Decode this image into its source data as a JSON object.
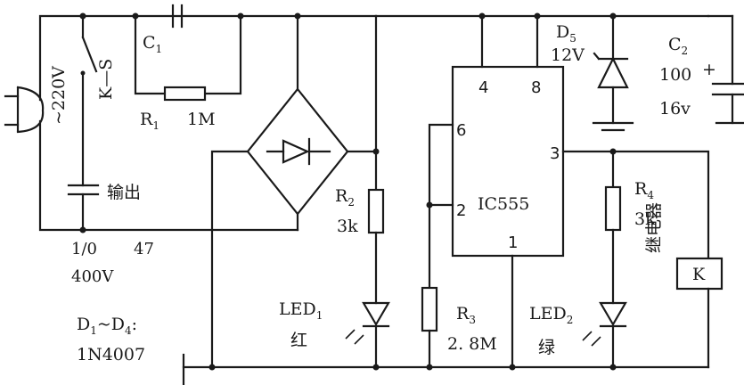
{
  "labels": {
    "c1": "C",
    "c1_sub": "1",
    "r1": "R",
    "r1_sub": "1",
    "r1_val": "1M",
    "mains": "~220V",
    "switch": "K—S",
    "output": "输出",
    "cap_rating1": "1/0",
    "cap_rating2": "47",
    "cap_rating3": "400V",
    "diodes": "D",
    "diodes_sub1": "1",
    "diodes_mid": "~D",
    "diodes_sub2": "4",
    "diodes_colon": ":",
    "diode_type": "1N4007",
    "r2": "R",
    "r2_sub": "2",
    "r2_val": "3k",
    "led1": "LED",
    "led1_sub": "1",
    "led1_color": "红",
    "r3": "R",
    "r3_sub": "3",
    "r3_val": "2. 8M",
    "ic": "IC555",
    "pin4": "4",
    "pin8": "8",
    "pin6": "6",
    "pin2": "2",
    "pin3": "3",
    "pin1": "1",
    "d5": "D",
    "d5_sub": "5",
    "d5_val": "12V",
    "c2": "C",
    "c2_sub": "2",
    "c2_val1": "100",
    "c2_plus": "+",
    "c2_val2": "16v",
    "r4": "R",
    "r4_sub": "4",
    "r4_val": "3k",
    "led2": "LED",
    "led2_sub": "2",
    "led2_color": "绿",
    "relay_label": "继电器",
    "relay_k": "K"
  }
}
